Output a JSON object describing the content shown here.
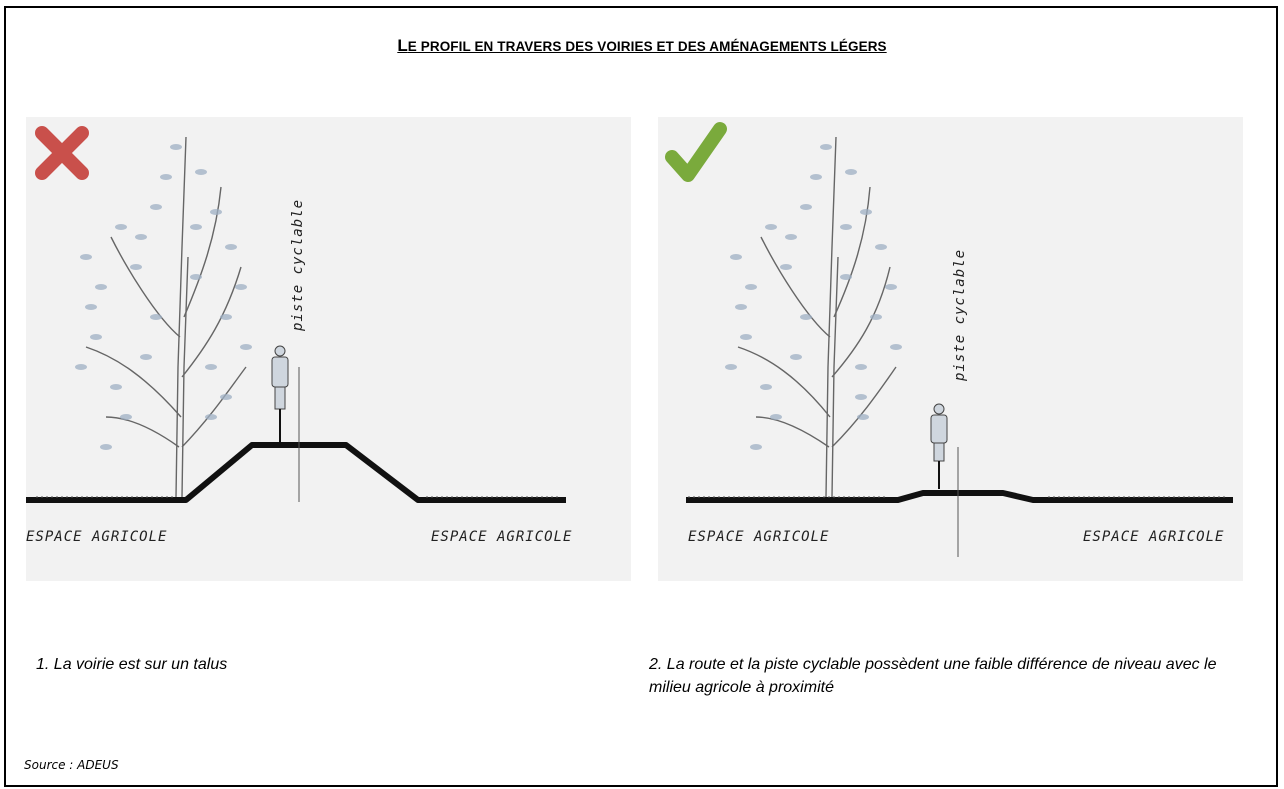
{
  "title": {
    "first_letter": "L",
    "rest": "E PROFIL EN TRAVERS DES VOIRIES ET DES AMÉNAGEMENTS LÉGERS"
  },
  "panels": [
    {
      "status_icon": "cross-icon",
      "status_color": "#c9504b",
      "vertical_label": "piste cyclable",
      "left_label": "ESPACE AGRICOLE",
      "right_label": "ESPACE AGRICOLE"
    },
    {
      "status_icon": "checkmark-icon",
      "status_color": "#7aaa3c",
      "vertical_label": "piste cyclable",
      "left_label": "ESPACE AGRICOLE",
      "right_label": "ESPACE AGRICOLE"
    }
  ],
  "captions": [
    "1. La voirie est sur un talus",
    "2. La route et la piste cyclable possèdent une faible différence de niveau avec le milieu agricole à proximité"
  ],
  "source": "Source :  ADEUS"
}
